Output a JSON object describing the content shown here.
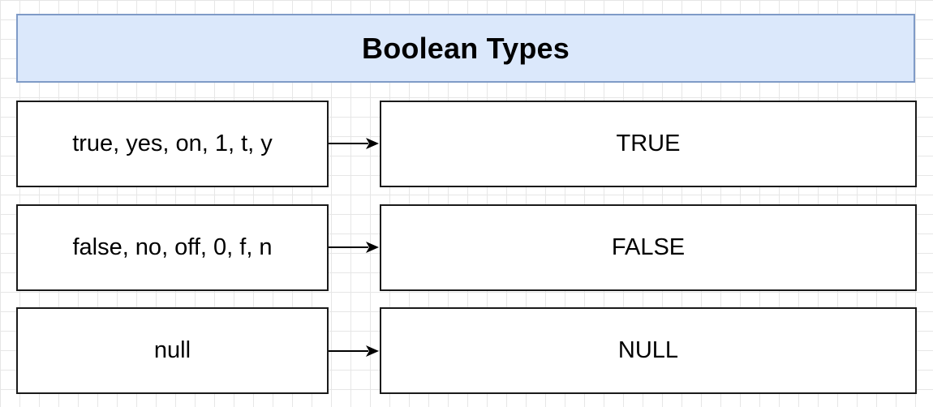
{
  "title": "Boolean Types",
  "rows": [
    {
      "input": "true, yes, on, 1, t, y",
      "output": "TRUE"
    },
    {
      "input": "false, no, off, 0, f, n",
      "output": "FALSE"
    },
    {
      "input": "null",
      "output": "NULL"
    }
  ],
  "colors": {
    "title_fill": "#dbe8fb",
    "title_border": "#7f9bc7",
    "box_border": "#1a1a1a",
    "grid": "#e6e6e6"
  }
}
